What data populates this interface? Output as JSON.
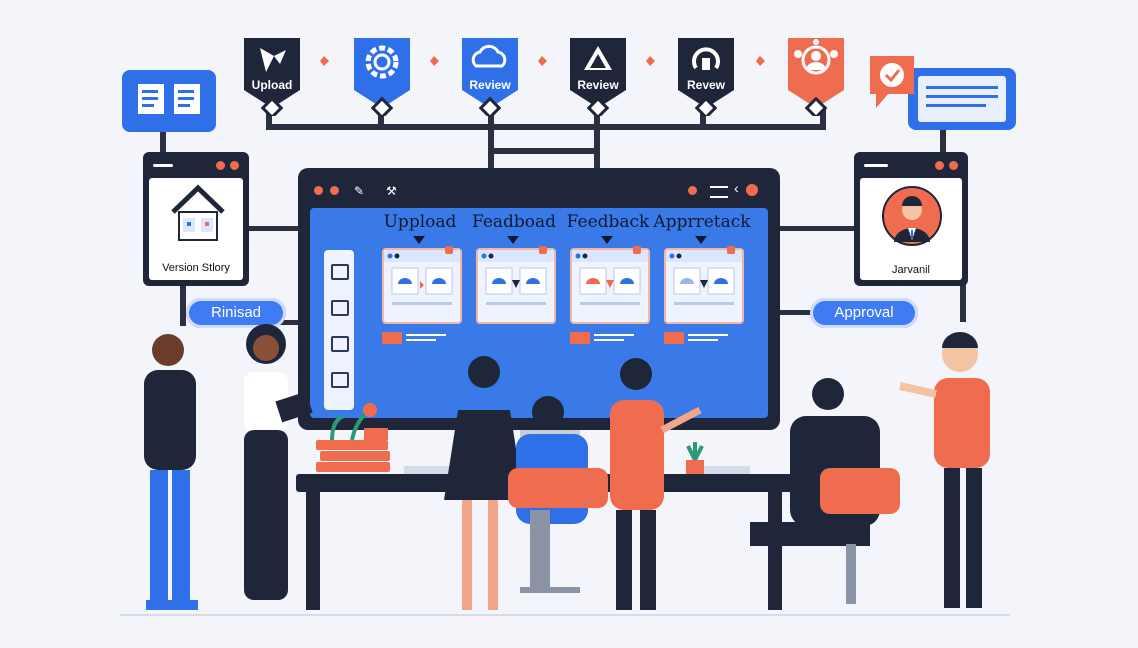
{
  "workflow_steps": [
    {
      "label": "Upload",
      "icon": "upload-icon"
    },
    {
      "label": "",
      "icon": "gear-icon"
    },
    {
      "label": "Review",
      "icon": "cloud-icon"
    },
    {
      "label": "Review",
      "icon": "warning-icon"
    },
    {
      "label": "Revew",
      "icon": "lightbulb-icon"
    },
    {
      "label": "",
      "icon": "people-network-icon"
    }
  ],
  "left_window": {
    "label": "Version Stlory"
  },
  "right_window": {
    "label": "Jarvanil"
  },
  "left_pill": {
    "label": "Rinisad"
  },
  "right_pill": {
    "label": "Approval"
  },
  "screen": {
    "stages": [
      {
        "title": "Uppload"
      },
      {
        "title": "Feadboad"
      },
      {
        "title": "Feedback"
      },
      {
        "title": "Apprretack"
      }
    ]
  },
  "colors": {
    "accent_blue": "#3a7ae8",
    "accent_orange": "#f06c4f",
    "dark": "#20263a",
    "background": "#f3f5fb"
  }
}
